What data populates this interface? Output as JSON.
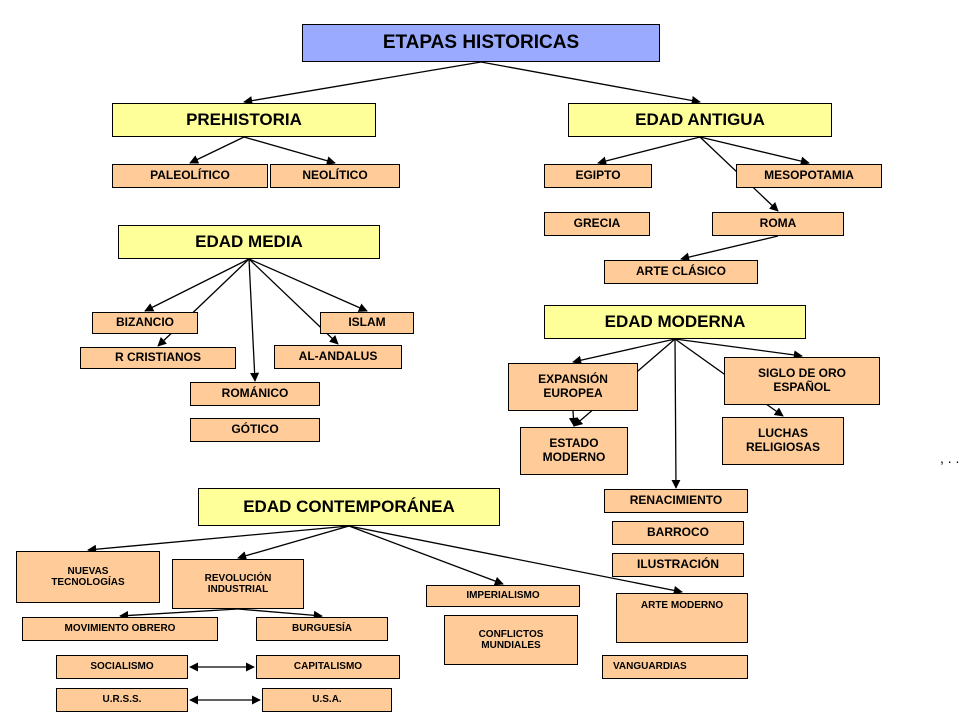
{
  "colors": {
    "title": "#99aaff",
    "major": "#ffff99",
    "sub": "#ffcc99",
    "line": "#000000"
  },
  "nodes": {
    "title": "ETAPAS  HISTORICAS",
    "prehistoria": "PREHISTORIA",
    "paleolitico": "PALEOLÍTICO",
    "neolitico": "NEOLÍTICO",
    "edad_antigua": "EDAD ANTIGUA",
    "egipto": "EGIPTO",
    "mesopotamia": "MESOPOTAMIA",
    "grecia": "GRECIA",
    "roma": "ROMA",
    "arte_clasico": "ARTE CLÁSICO",
    "edad_media": "EDAD MEDIA",
    "bizancio": "BIZANCIO",
    "islam": "ISLAM",
    "r_cristianos": "R CRISTIANOS",
    "al_andalus": "AL-ANDALUS",
    "romanico": "ROMÁNICO",
    "gotico": "GÓTICO",
    "edad_moderna": "EDAD MODERNA",
    "expansion": "EXPANSIÓN\nEUROPEA",
    "siglo_oro": "SIGLO DE ORO\nESPAÑOL",
    "estado_moderno": "ESTADO\nMODERNO",
    "luchas": "LUCHAS\nRELIGIOSAS",
    "renacimiento": "RENACIMIENTO",
    "barroco": "BARROCO",
    "ilustracion": "ILUSTRACIÓN",
    "edad_contemporanea": "EDAD CONTEMPORÁNEA",
    "nuevas_tec": "NUEVAS\nTECNOLOGÍAS",
    "revolucion": "REVOLUCIÓN\nINDUSTRIAL",
    "imperialismo": "IMPERIALISMO",
    "arte_moderno": "ARTE MODERNO",
    "movimiento_obrero": "MOVIMIENTO OBRERO",
    "burguesia": "BURGUESÍA",
    "conflictos": "CONFLICTOS\nMUNDIALES",
    "vanguardias": "VANGUARDIAS",
    "socialismo": "SOCIALISMO",
    "capitalismo": "CAPITALISMO",
    "urss": "U.R.S.S.",
    "usa": "U.S.A."
  },
  "stray_text": ", . .",
  "edges": [
    [
      "title",
      "prehistoria"
    ],
    [
      "title",
      "edad_antigua"
    ],
    [
      "prehistoria",
      "paleolitico"
    ],
    [
      "prehistoria",
      "neolitico"
    ],
    [
      "edad_antigua",
      "egipto"
    ],
    [
      "edad_antigua",
      "mesopotamia"
    ],
    [
      "edad_antigua",
      "roma"
    ],
    [
      "roma",
      "arte_clasico"
    ],
    [
      "edad_media",
      "bizancio"
    ],
    [
      "edad_media",
      "islam"
    ],
    [
      "edad_media",
      "r_cristianos"
    ],
    [
      "edad_media",
      "al_andalus"
    ],
    [
      "edad_media",
      "romanico"
    ],
    [
      "edad_moderna",
      "expansion"
    ],
    [
      "edad_moderna",
      "siglo_oro"
    ],
    [
      "edad_moderna",
      "estado_moderno"
    ],
    [
      "edad_moderna",
      "luchas"
    ],
    [
      "edad_moderna",
      "renacimiento"
    ],
    [
      "expansion",
      "estado_moderno"
    ],
    [
      "edad_contemporanea",
      "nuevas_tec"
    ],
    [
      "edad_contemporanea",
      "revolucion"
    ],
    [
      "edad_contemporanea",
      "imperialismo"
    ],
    [
      "edad_contemporanea",
      "arte_moderno"
    ],
    [
      "revolucion",
      "movimiento_obrero"
    ],
    [
      "revolucion",
      "burguesia"
    ]
  ],
  "double_arrows": [
    [
      "socialismo",
      "capitalismo"
    ],
    [
      "urss",
      "usa"
    ]
  ]
}
